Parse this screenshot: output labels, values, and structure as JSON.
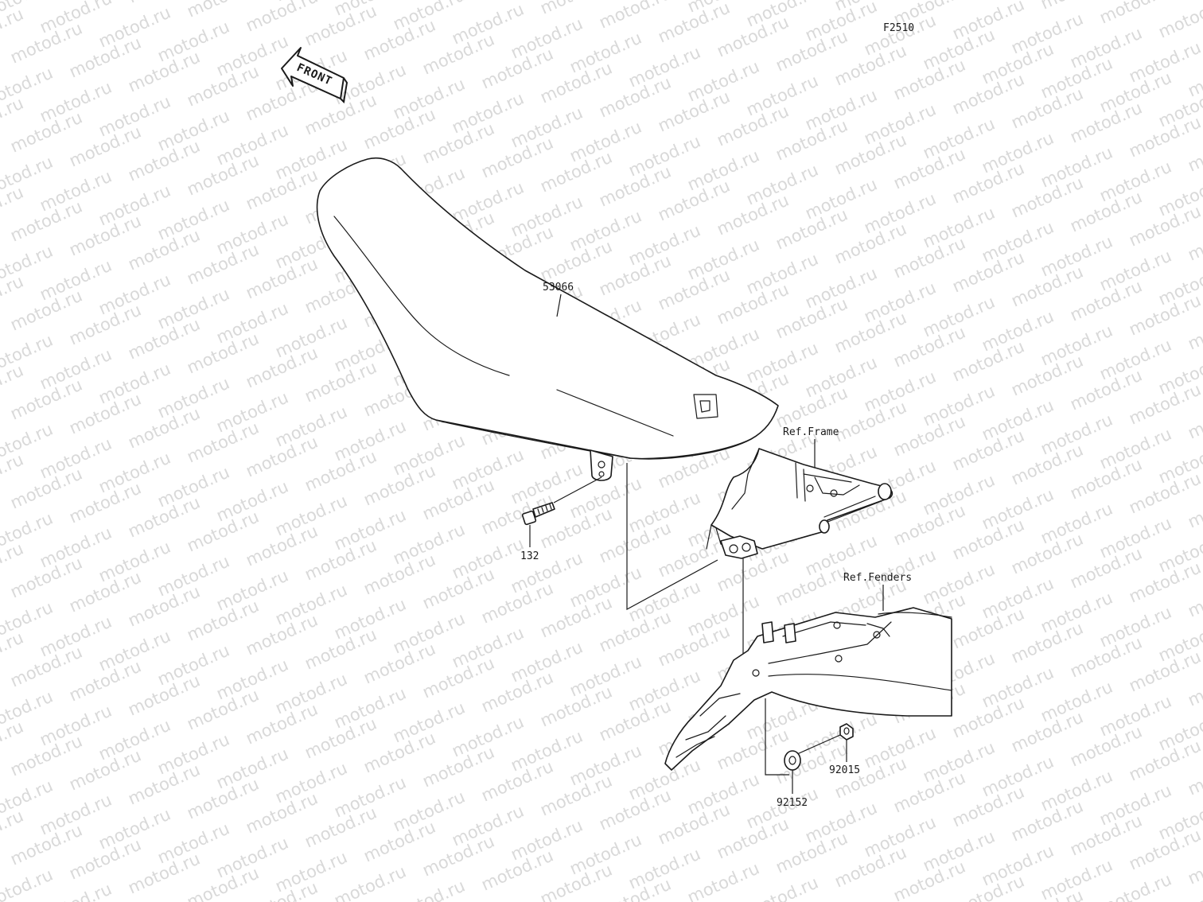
{
  "diagram_code": "F2510",
  "front_arrow_label": "FRONT",
  "watermark_text": "motod.ru",
  "parts": {
    "seat": "53066",
    "bolt": "132",
    "ref_frame": "Ref.Frame",
    "ref_fenders": "Ref.Fenders",
    "nut": "92015",
    "washer": "92152"
  },
  "colors": {
    "line": "#1a1a1a",
    "watermark": "#d9d9d9",
    "background": "#ffffff"
  }
}
